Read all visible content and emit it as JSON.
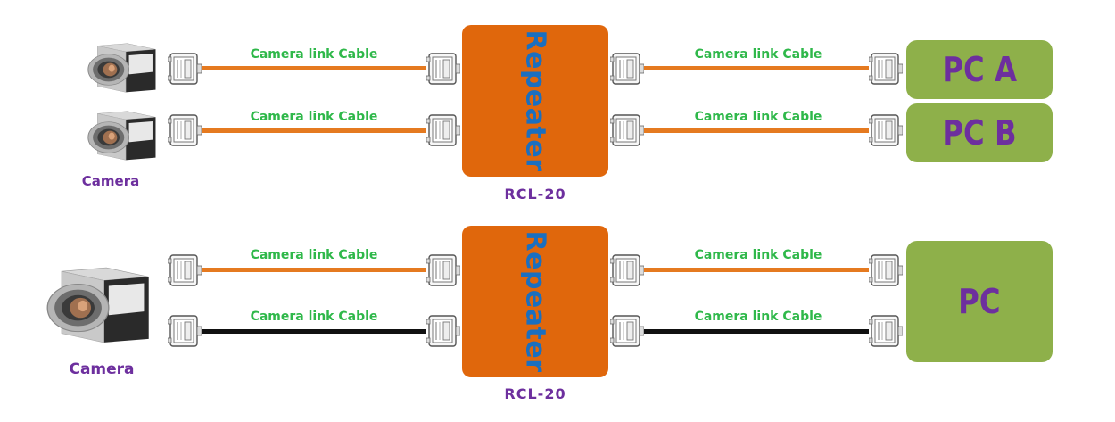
{
  "top": {
    "camera_caption": "Camera",
    "repeater_label": "Repeater",
    "repeater_model": "RCL-20",
    "cables_left": [
      "Camera link Cable",
      "Camera link Cable"
    ],
    "cables_right": [
      "Camera link Cable",
      "Camera link Cable"
    ],
    "pc_a": "PC A",
    "pc_b": "PC B"
  },
  "bottom": {
    "camera_caption": "Camera",
    "repeater_label": "Repeater",
    "repeater_model": "RCL-20",
    "cables_left": [
      "Camera link Cable",
      "Camera link Cable"
    ],
    "cables_right": [
      "Camera link Cable",
      "Camera link Cable"
    ],
    "pc": "PC"
  },
  "colors": {
    "orange_cable": "#e57a20",
    "black_cable": "#111111",
    "repeater_fill": "#e0670c",
    "repeater_text": "#1a6fc0",
    "pc_fill": "#8eb04a",
    "label_purple": "#6d2f9e",
    "cable_label_green": "#2fb84a"
  }
}
